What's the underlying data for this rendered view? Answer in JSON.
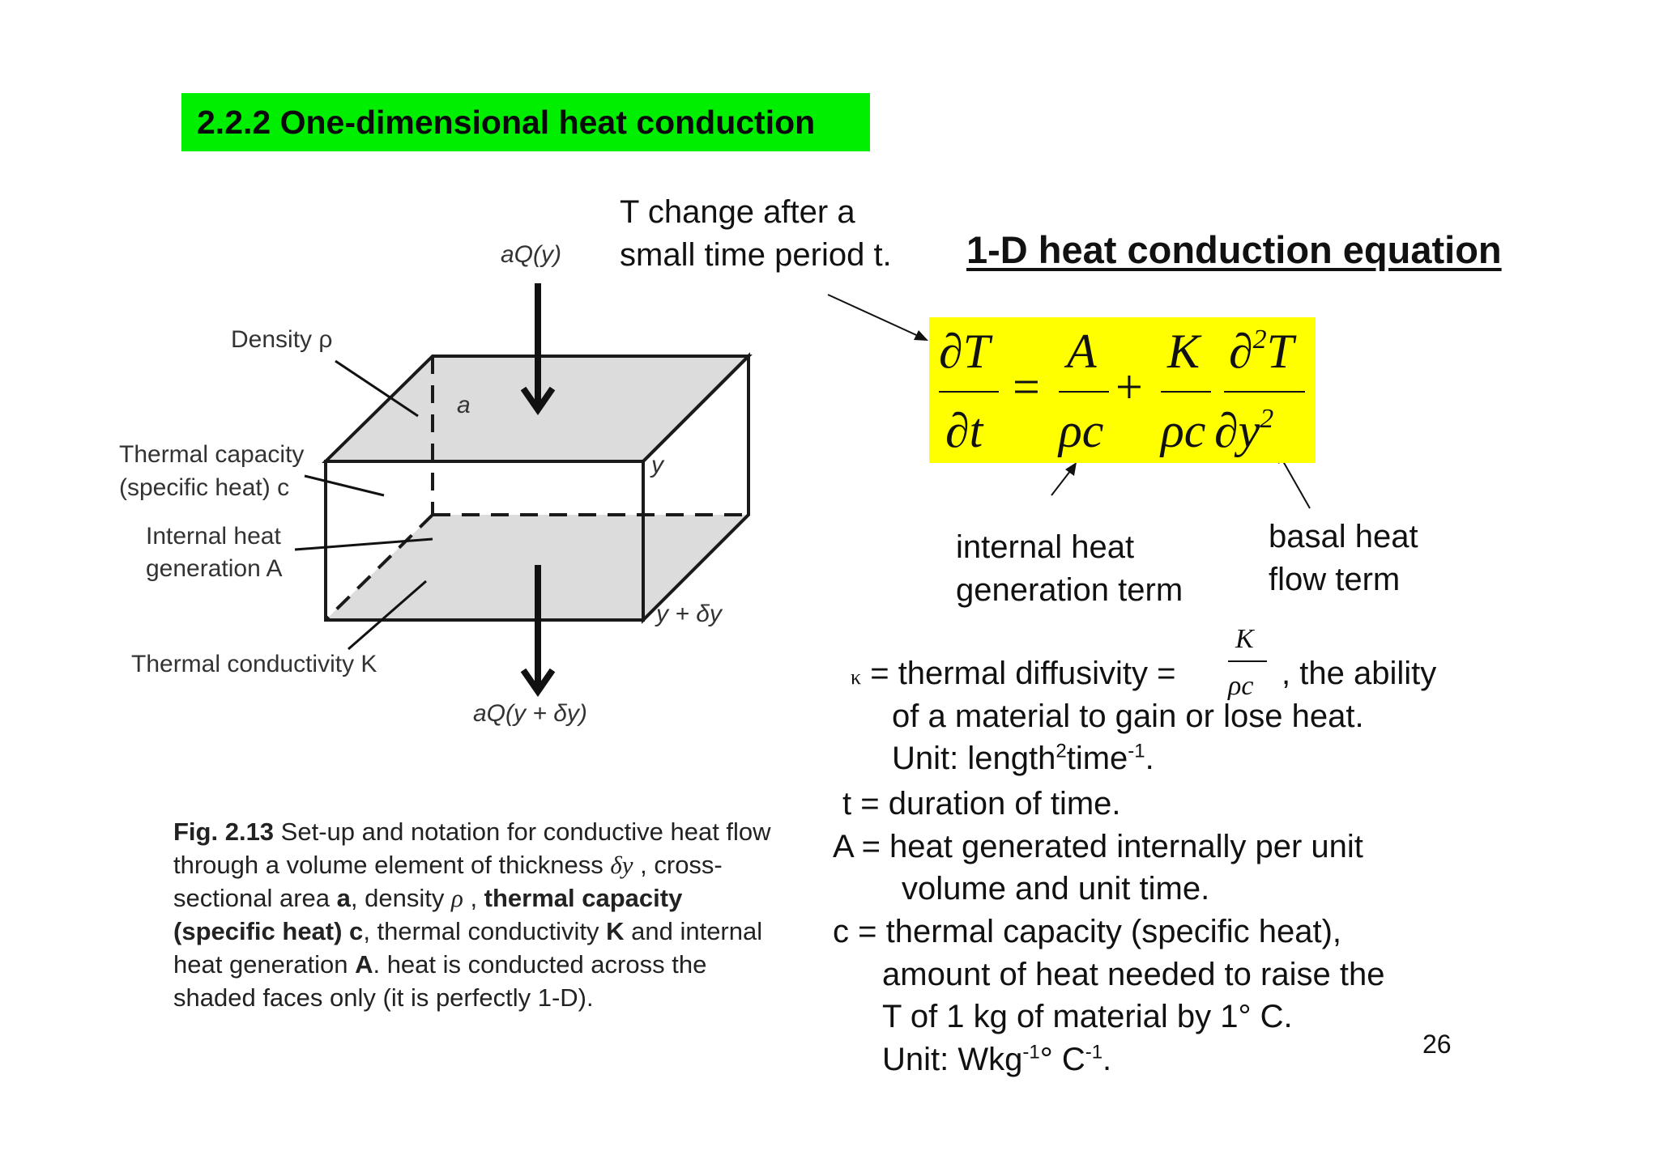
{
  "slide": {
    "section_title": "2.2.2 One-dimensional heat conduction",
    "page_number": "26"
  },
  "figure": {
    "labels": {
      "top_flux": "aQ(y)",
      "bottom_flux": "aQ(y + δy)",
      "density": "Density ρ",
      "thermal_capacity_1": "Thermal capacity",
      "thermal_capacity_2": "(specific heat) c",
      "internal_heat_1": "Internal heat",
      "internal_heat_2": "generation A",
      "conductivity": "Thermal conductivity K",
      "area": "a",
      "y": "y",
      "y_dy": "y + δy"
    },
    "caption": {
      "fig_ref": "Fig. 2.13",
      "seg1": " Set-up and notation for conductive heat flow through a volume element of thickness ",
      "delta_y": "δy",
      "seg2": " , cross-sectional area ",
      "a": "a",
      "seg3": ", density ",
      "rho": "ρ",
      "seg4": " , ",
      "thermal_cap": "thermal capacity (specific heat) c",
      "seg5": ", thermal conductivity ",
      "K": "K",
      "seg6": " and internal heat generation ",
      "A": "A",
      "seg7": ". heat is conducted across the shaded faces only (it is perfectly 1-D)."
    }
  },
  "equation": {
    "heading": "1-D heat conduction equation",
    "t_change_line1": "T change after a",
    "t_change_line2": "small time period t.",
    "term_internal_1": "internal heat",
    "term_internal_2": "generation term",
    "term_basal_1": "basal heat",
    "term_basal_2": "flow term",
    "highlight_color": "#ffff00",
    "title_color": "#00ee00"
  },
  "definitions": {
    "kappa_sym": "κ",
    "kappa_pre": " = thermal diffusivity = ",
    "kappa_post": " , the ability",
    "kappa_frac_num": "K",
    "kappa_frac_den": "ρc",
    "kappa_line2": "of a material to gain or lose heat.",
    "kappa_unit_pre": "Unit: length",
    "kappa_unit_sup1": "2",
    "kappa_unit_mid": "time",
    "kappa_unit_sup2": "-1",
    "kappa_unit_post": ".",
    "t_def": "t = duration of time.",
    "A_def_1": "A = heat generated internally per unit",
    "A_def_2": "volume and unit time.",
    "c_def_1": "c = thermal capacity (specific heat),",
    "c_def_2": "amount of heat needed to raise the",
    "c_def_3": "T of 1 kg of material by 1° C.",
    "c_unit_pre": "Unit: Wkg",
    "c_unit_sup1": "-1",
    "c_unit_mid": "° C",
    "c_unit_sup2": "-1",
    "c_unit_post": "."
  }
}
